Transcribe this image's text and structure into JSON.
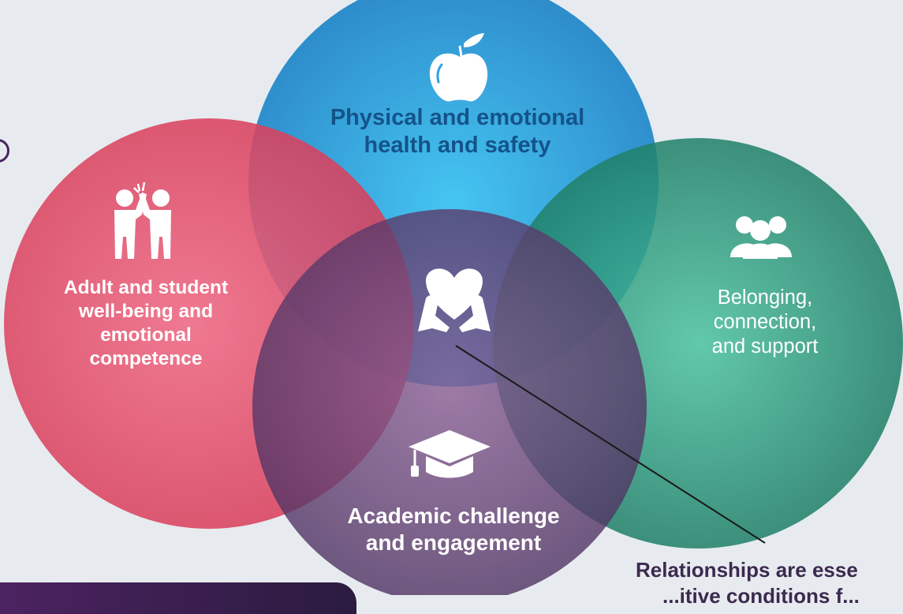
{
  "circles": {
    "top": {
      "label": "Physical and emotional\nhealth and safety",
      "icon": "apple-icon",
      "color": "#2aa5e0"
    },
    "left": {
      "label": "Adult and student\nwell-being and\nemotional\ncompetence",
      "icon": "high-five-icon",
      "color": "#e04a64"
    },
    "right": {
      "label": "Belonging,\nconnection,\nand support",
      "icon": "people-group-icon",
      "color": "#1f8e70"
    },
    "bottom": {
      "label": "Academic challenge\nand engagement",
      "icon": "graduation-cap-icon",
      "color": "#6d4a7e"
    }
  },
  "center": {
    "icon": "hands-heart-icon"
  },
  "callout": {
    "text": "Relationships are esse",
    "text2": "...itive conditions f..."
  }
}
